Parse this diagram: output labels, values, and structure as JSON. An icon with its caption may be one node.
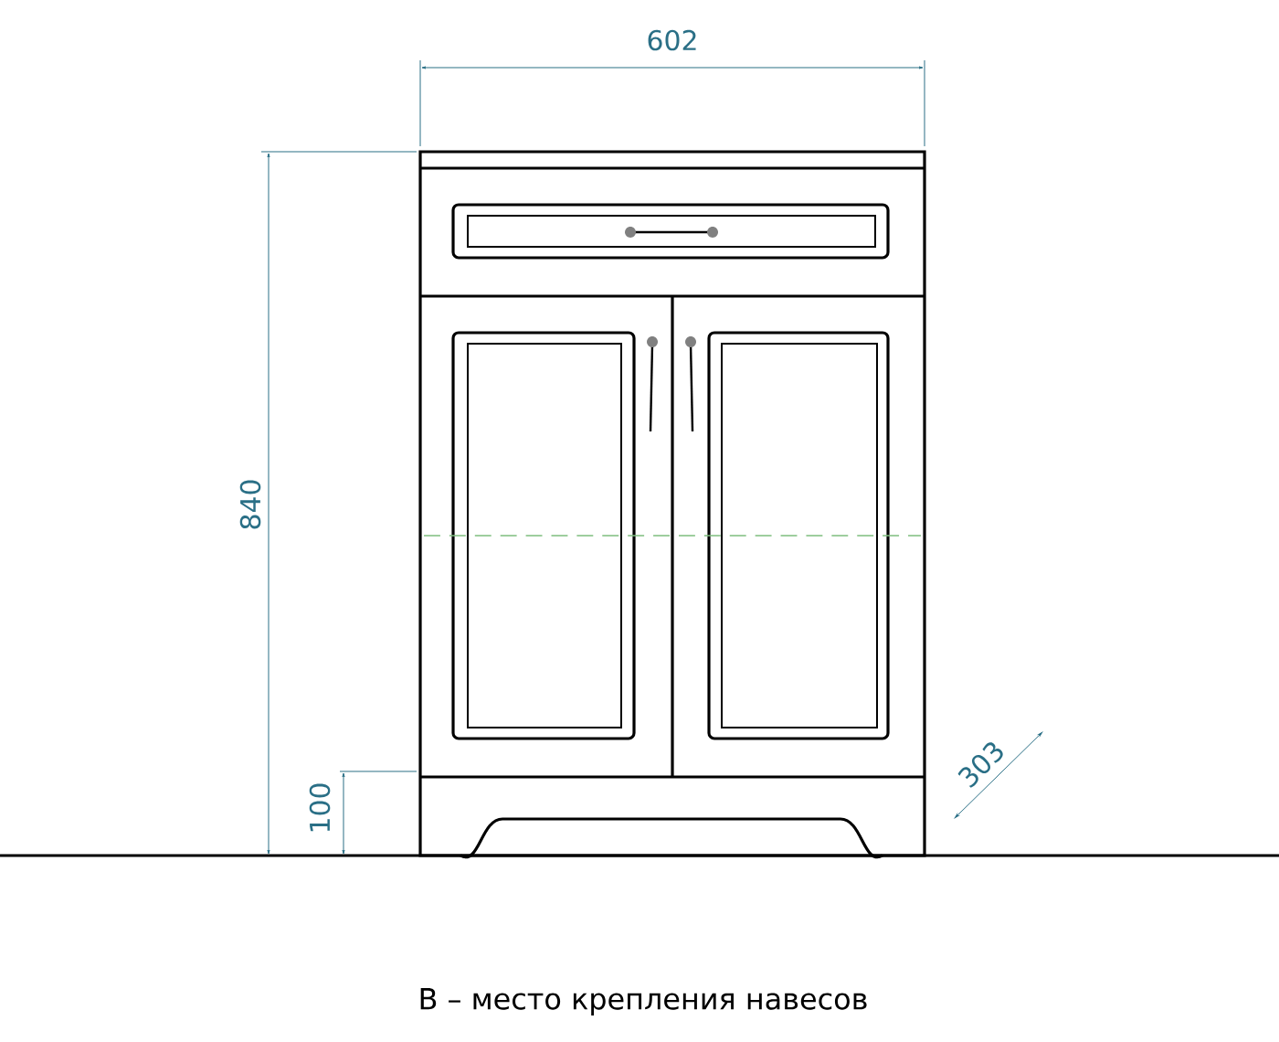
{
  "diagram": {
    "labels": [
      "602",
      "840",
      "100",
      "303",
      "В – место крепления навесов"
    ]
  }
}
